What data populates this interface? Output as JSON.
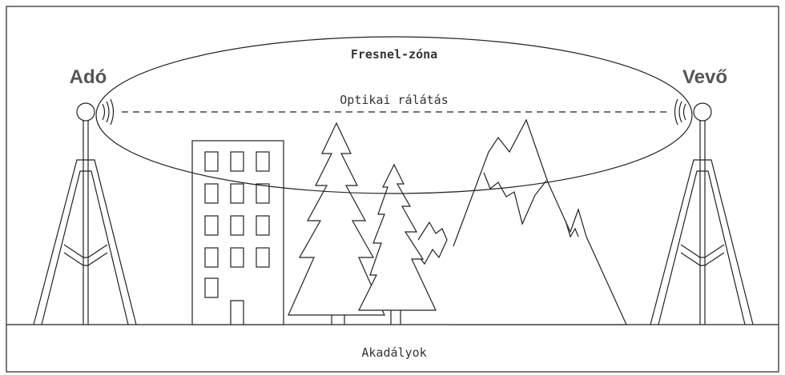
{
  "labels": {
    "transmitter": "Adó",
    "receiver": "Vevő",
    "fresnel_zone": "Fresnel-zóna",
    "line_of_sight": "Optikai rálátás",
    "obstacles": "Akadályok"
  },
  "colors": {
    "stroke": "#222222",
    "background": "#ffffff",
    "tower_label": "#555555"
  }
}
